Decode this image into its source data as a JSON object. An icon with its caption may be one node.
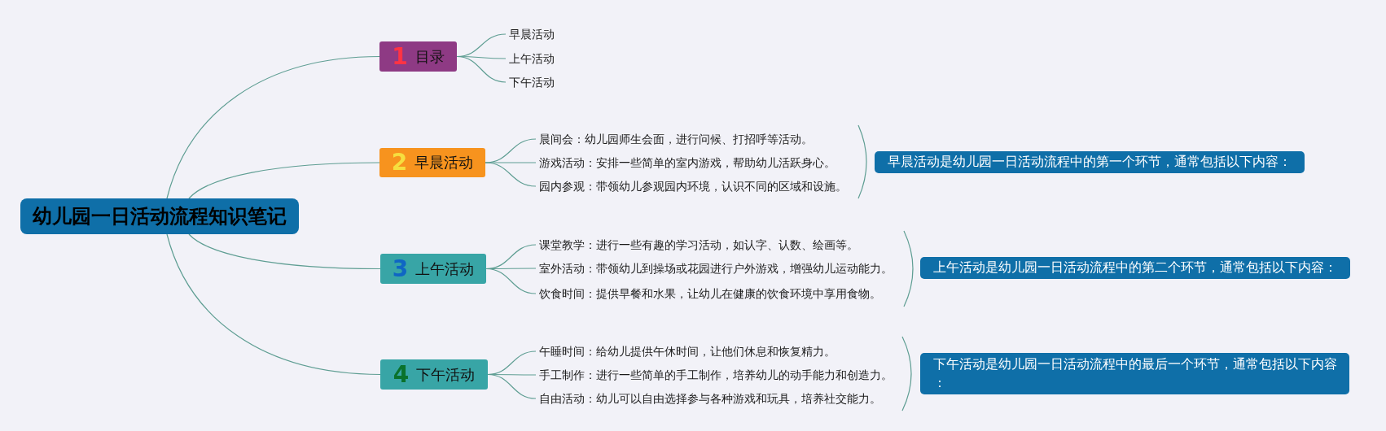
{
  "diagram": {
    "nodes": [
      {
        "text": [
          "幼儿园一日活动流程知识笔记"
        ]
      },
      {
        "text": [
          "1",
          "目录"
        ]
      },
      {
        "text": [
          "早晨活动"
        ]
      },
      {
        "text": [
          "上午活动"
        ]
      },
      {
        "text": [
          "下午活动"
        ]
      },
      {
        "text": [
          "2",
          "早晨活动"
        ]
      },
      {
        "text": [
          "晨间会：幼儿园师生会面，进行问候、打招呼等活动。"
        ]
      },
      {
        "text": [
          "游戏活动：安排一些简单的室内游戏，帮助幼儿活跃身心。"
        ]
      },
      {
        "text": [
          "园内参观：带领幼儿参观园内环境，认识不同的区域和设施。"
        ]
      },
      {
        "text": [
          "早晨活动是幼儿园一日活动流程中的第一个环节，通常包括以下内容："
        ]
      },
      {
        "text": [
          "3",
          "上午活动"
        ]
      },
      {
        "text": [
          "课堂教学：进行一些有趣的学习活动，如认字、认数、绘画等。"
        ]
      },
      {
        "text": [
          "室外活动：带领幼儿到操场或花园进行户外游戏，增强幼儿运动能力。"
        ]
      },
      {
        "text": [
          "饮食时间：提供早餐和水果，让幼儿在健康的饮食环境中享用食物。"
        ]
      },
      {
        "text": [
          "上午活动是幼儿园一日活动流程中的第二个环节，通常包括以下内容："
        ]
      },
      {
        "text": [
          "4",
          "下午活动"
        ]
      },
      {
        "text": [
          "午睡时间：给幼儿提供午休时间，让他们休息和恢复精力。"
        ]
      },
      {
        "text": [
          "手工制作：进行一些简单的手工制作，培养幼儿的动手能力和创造力。"
        ]
      },
      {
        "text": [
          "自由活动：幼儿可以自由选择参与各种游戏和玩具，培养社交能力。"
        ]
      },
      {
        "text": [
          "下午活动是幼儿园一日活动流程中的最后一个环节，通常包括以下内容："
        ]
      }
    ],
    "edges": [
      {
        "from": 0,
        "to": 1,
        "arrow": "none"
      },
      {
        "from": 0,
        "to": 5,
        "arrow": "none"
      },
      {
        "from": 0,
        "to": 10,
        "arrow": "none"
      },
      {
        "from": 0,
        "to": 15,
        "arrow": "none"
      },
      {
        "from": 1,
        "to": 2,
        "arrow": "none"
      },
      {
        "from": 1,
        "to": 3,
        "arrow": "none"
      },
      {
        "from": 1,
        "to": 4,
        "arrow": "none"
      },
      {
        "from": 5,
        "to": 6,
        "arrow": "none"
      },
      {
        "from": 5,
        "to": 7,
        "arrow": "none"
      },
      {
        "from": 5,
        "to": 8,
        "arrow": "none"
      },
      {
        "from": 10,
        "to": 11,
        "arrow": "none"
      },
      {
        "from": 10,
        "to": 12,
        "arrow": "none"
      },
      {
        "from": 10,
        "to": 13,
        "arrow": "none"
      },
      {
        "from": 15,
        "to": 16,
        "arrow": "none"
      },
      {
        "from": 15,
        "to": 17,
        "arrow": "none"
      },
      {
        "from": 15,
        "to": 18,
        "arrow": "none"
      }
    ]
  }
}
